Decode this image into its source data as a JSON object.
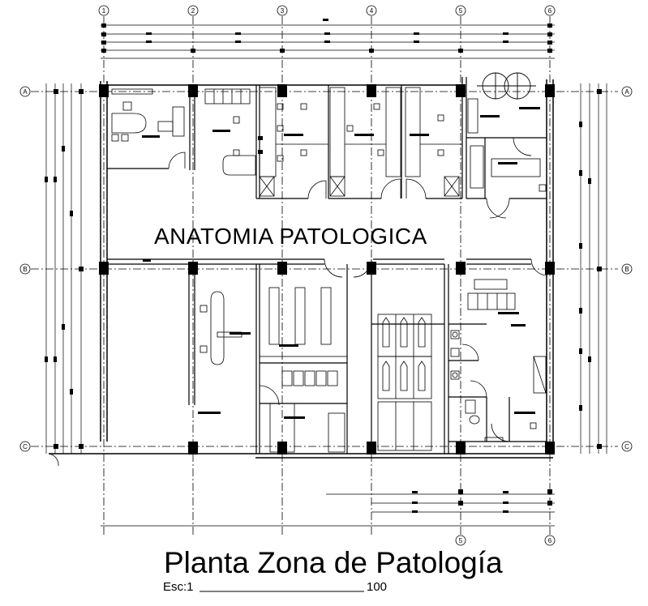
{
  "room_label": "ANATOMIA PATOLOGICA",
  "title": "Planta Zona de Patología",
  "scale": {
    "prefix": "Esc:1",
    "denominator": "100"
  },
  "grid_columns_top": [
    "1",
    "2",
    "3",
    "4",
    "5",
    "6"
  ],
  "grid_columns_bottom": [
    "5",
    "6"
  ],
  "grid_rows": [
    "A",
    "B",
    "C"
  ],
  "colors": {
    "line": "#000000",
    "background": "#ffffff"
  }
}
